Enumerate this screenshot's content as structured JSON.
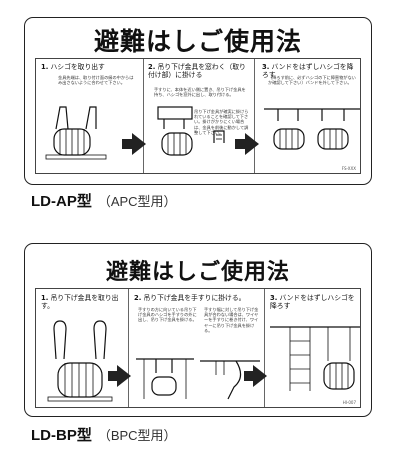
{
  "sign_ap": {
    "title": "避難はしご使用法",
    "steps": [
      {
        "num": "1.",
        "label": "ハシゴを取り出す",
        "note": "金具先端は、取り付け面の縁の中からはみ出さないように合わせて下さい。"
      },
      {
        "num": "2.",
        "label": "吊り下げ金具を窓わく（取り付け部）に掛ける",
        "note": "手すりに、本体を近い側に置き、吊り下げ金具を持ち、ハシゴを窓外に出し、取り付ける。",
        "note2": "吊り下げ金具が確実に掛けられていることを確認して下さい。掛けがかりにくい場合は、金具を前後に動かして調整して下さい。"
      },
      {
        "num": "3.",
        "label": "バンドをはずしハシゴを降ろす",
        "note": "（降ろす前に、必ずハシゴの下に障害物がないか確認して下さい）バンドを外して下さい。"
      }
    ],
    "code": "FS-XXX",
    "caption_model": "LD-AP型",
    "caption_sub": "（APC型用）"
  },
  "sign_bp": {
    "title": "避難はしご使用法",
    "steps": [
      {
        "num": "1.",
        "label": "吊り下げ金具を取り出す。"
      },
      {
        "num": "2.",
        "label": "吊り下げ金具を手すりに掛ける。",
        "note": "手すりの方に向いている吊り下げ金具のハシゴを手すりの外に出し、吊り下げ金具を掛ける。",
        "note2": "手すり幅に対して吊り下げ金具が合わない場合は、ワイヤーを手すりに巻き付け、ワイヤーに吊り下げ金具を掛ける。"
      },
      {
        "num": "3.",
        "label": "バンドをはずしハシゴを降ろす"
      }
    ],
    "code": "HI-007",
    "caption_model": "LD-BP型",
    "caption_sub": "（BPC型用）"
  }
}
